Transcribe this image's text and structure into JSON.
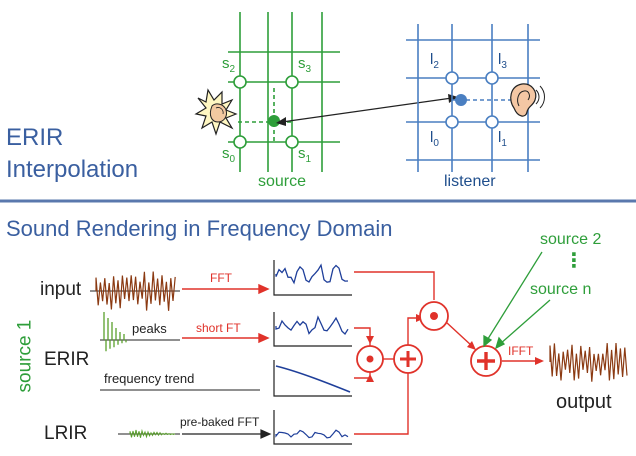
{
  "top": {
    "title_line1": "ERIR",
    "title_line2": "Interpolation",
    "source_grid": {
      "label": "source",
      "s2": "s",
      "s2_sub": "2",
      "s3": "s",
      "s3_sub": "3",
      "s0": "s",
      "s0_sub": "0",
      "s1": "s",
      "s1_sub": "1"
    },
    "listener_grid": {
      "label": "listener",
      "l2": "l",
      "l2_sub": "2",
      "l3": "l",
      "l3_sub": "3",
      "l0": "l",
      "l0_sub": "0",
      "l1": "l",
      "l1_sub": "1"
    }
  },
  "bottom": {
    "title": "Sound Rendering in Frequency Domain",
    "source1_label": "source 1",
    "rows": {
      "input": "input",
      "erir": "ERIR",
      "lrir": "LRIR"
    },
    "labels": {
      "fft": "FFT",
      "short_ft": "short FT",
      "peaks": "peaks",
      "frequency_trend": "frequency trend",
      "prebaked_fft": "pre-baked FFT",
      "ifft": "IFFT",
      "output": "output",
      "source2": "source 2",
      "sourcen": "source n",
      "dots": "⋮"
    },
    "operators": {
      "dot": "•",
      "plus": "+"
    }
  },
  "colors": {
    "heading": "#3a5fa0",
    "source_green": "#2e9e3a",
    "listener_blue": "#4a7fc1",
    "signal_red": "#e0322a",
    "waveform_brown": "#8b3a12",
    "erir_green": "#5aa02c",
    "spectrum_blue": "#1f3f9a"
  },
  "icons": [
    "clapping-hands-icon",
    "ear-icon"
  ]
}
